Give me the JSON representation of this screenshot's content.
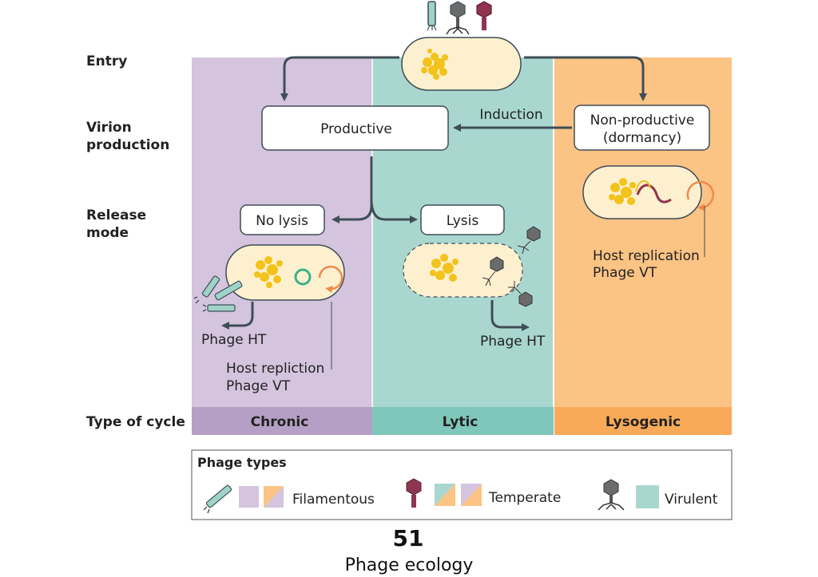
{
  "rows": {
    "entry": "Entry",
    "virion_production": [
      "Virion",
      "production"
    ],
    "release_mode": [
      "Release",
      "mode"
    ],
    "type_of_cycle": "Type of cycle"
  },
  "boxes": {
    "productive": "Productive",
    "non_productive": [
      "Non-productive",
      "(dormancy)"
    ],
    "no_lysis": "No lysis",
    "lysis": "Lysis"
  },
  "labels": {
    "induction": "Induction",
    "chronic_phage_ht": "Phage HT",
    "chronic_host": [
      "Host repliction",
      "Phage VT"
    ],
    "lytic_phage_ht": "Phage HT",
    "lysogenic_host": [
      "Host replication",
      "Phage VT"
    ]
  },
  "cycles": [
    "Chronic",
    "Lytic",
    "Lysogenic"
  ],
  "colors": {
    "chronic_bg": "#d4c4dd",
    "chronic_band": "#b69fc4",
    "lytic_bg": "#a9d7cf",
    "lytic_band": "#7fc6bb",
    "lysogenic_bg": "#fbc384",
    "lysogenic_band": "#f9aa58",
    "cell": "#fdf0cf",
    "dna": "#f3c21b",
    "arrow": "#3f4d56",
    "filament": "#9fd3c8",
    "temperate": "#8f3550",
    "virulent": "#6b6b6b"
  },
  "legend": {
    "title": "Phage types",
    "items": [
      "Filamentous",
      "Temperate",
      "Virulent"
    ]
  },
  "footer": {
    "number": "51",
    "caption": "Phage ecology"
  }
}
